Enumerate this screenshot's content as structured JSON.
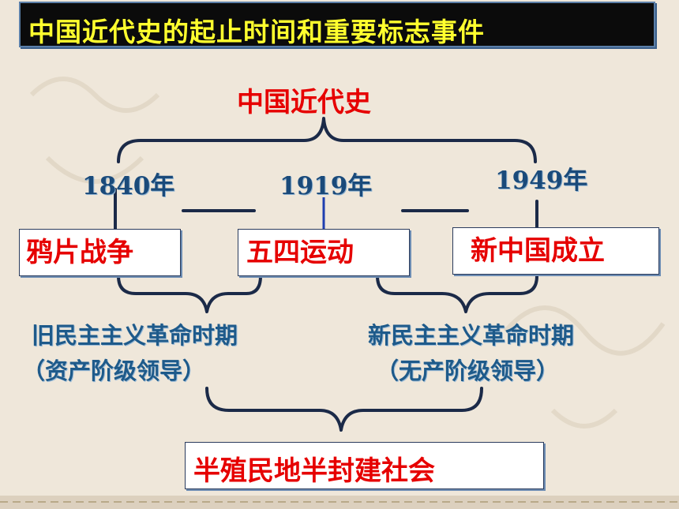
{
  "title": "中国近代史的起止时间和重要标志事件",
  "subject": "中国近代史",
  "years": [
    "1840年",
    "1919年",
    "1949年"
  ],
  "events": [
    "鸦片战争",
    "五四运动",
    "新中国成立"
  ],
  "periods": [
    {
      "name": "旧民主主义革命时期",
      "leader": "（资产阶级领导）"
    },
    {
      "name": "新民主主义革命时期",
      "leader": "（无产阶级领导）"
    }
  ],
  "society": "半殖民地半封建社会",
  "colors": {
    "title_bg": "#0b0b0b",
    "title_text": "#ffff2e",
    "event_text": "#e60000",
    "year_text": "#1a4a7a",
    "period_text": "#1e5a8a",
    "bracket": "#1b2a48"
  }
}
